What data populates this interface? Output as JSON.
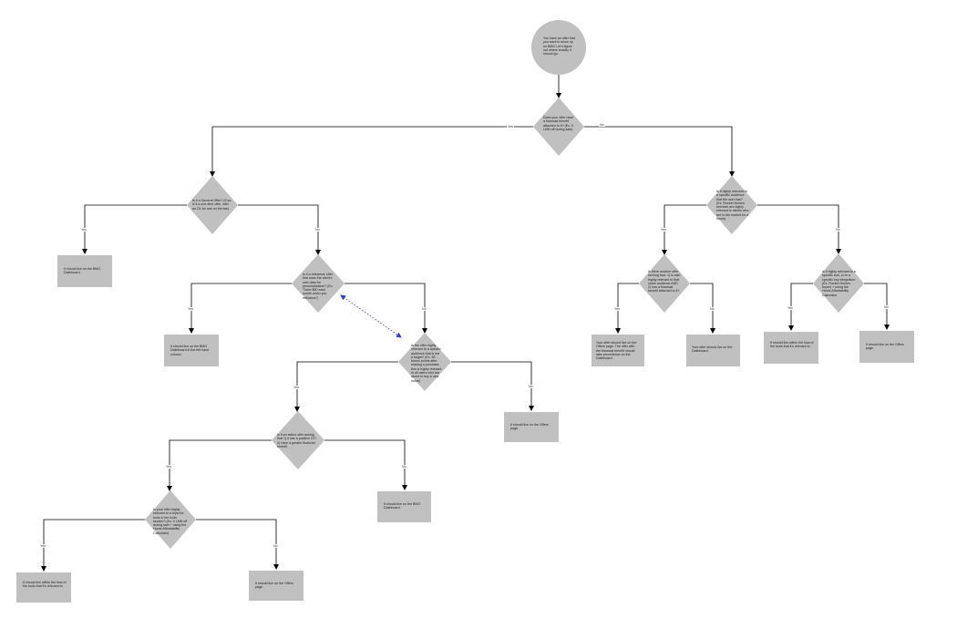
{
  "colors": {
    "shape_fill": "#c0c0c0",
    "line": "#000000",
    "dashed_link": "#3040c8"
  },
  "nodes": {
    "start": "You have an offer that you want to show up on BMG Let's figure out where exactly it should go.",
    "d_financial": "Does your offer have a financial benefit attached to it? (Ex. 0 LMN off during sale)",
    "d_general": "Is it a General Offer? (If so, is it a one-time offer, with an OL for use on the bar)",
    "d_awareness": "Is it a reference offer that uses the client's own data for personalization? (Ex. \"Save $50 each month when you refinance\")",
    "d_timely": "Is the offer highly relevant to a specific audience that is not a target? (Ex. 50 bonus points after making a purchase; this is highly relevant to all users who are about to buy a new home)",
    "d_action": "Is it an action offer asking that 1) it has a positive DTI 2) have a greater financial benefit",
    "d_tools": "Is your offer highly relevant to a topic for tools in the tools section? (Ex. 0 LMN off during sale + using the Home Affordability Calculator)",
    "d_audience": "Is it highly relevant to a specific audience that the user has? (Ex. Rocket Homes services are highly relevant to clients who are in the market for a home)",
    "d_lending": "Is there another offer running that: 1) is also highly relevant to that same audience AND 2) has a financial benefit attached to it?",
    "d_specific_tool": "Is it highly relevant to a specific tool, or to a specific key integration (Ex. Rocket Homes buyer) + using the Home Affordability Calculator",
    "r_dashboard_general": "It should live on the BMG Dashboard.",
    "r_dashboard_side": "It should live on the BMG Dashboard in the left hand column.",
    "r_offers_1": "It should live on the Offers page.",
    "r_dashboard_2": "It should live on the BMG Dashboard.",
    "r_within_tool": "It should live within the flow of the tools that it's relevant to.",
    "r_offers_2": "It should live on the Offers page.",
    "r_compare": "Your offer should live on the Offers page. The offer with the financial benefit should take precedence on the Dashboard.",
    "r_dashboard_3": "Your offer should live on the Dashboard.",
    "r_within_tool_2": "It should live within the flow of the tools that it's relevant to.",
    "r_offers_3": "It should live on the Offers page."
  },
  "edge_labels": {
    "yes": "Yes",
    "no": "No"
  }
}
